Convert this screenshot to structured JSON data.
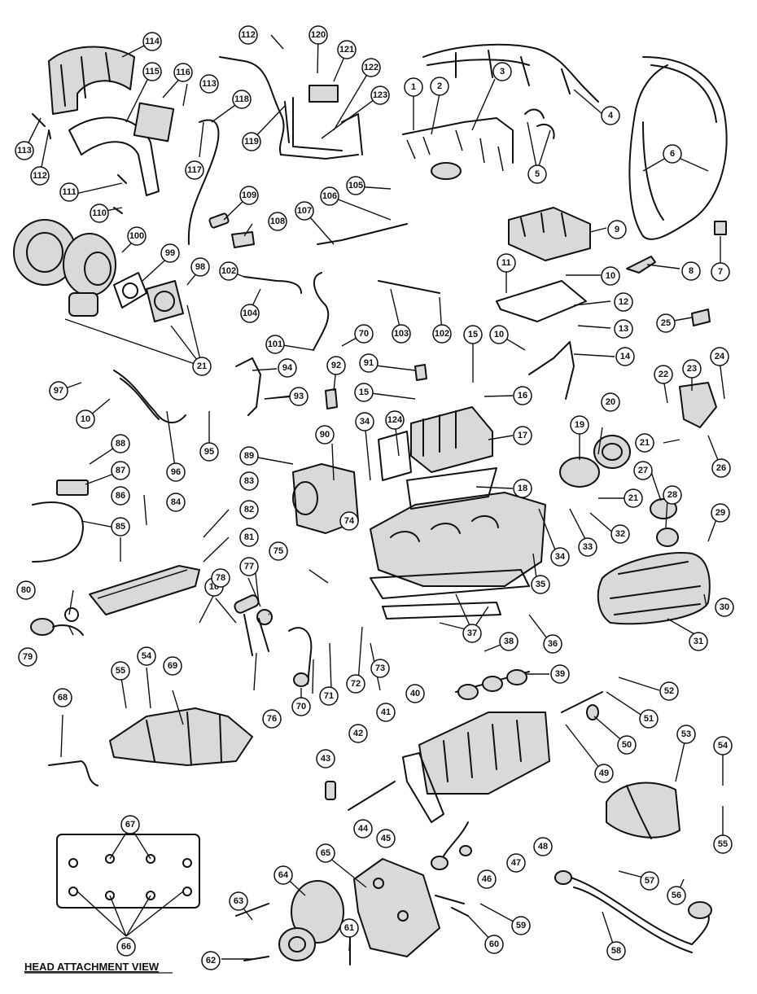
{
  "diagram": {
    "title": "Engine components exploded view",
    "view_label": "HEAD ATTACHMENT VIEW"
  },
  "callouts": [
    {
      "id": "c1",
      "label": "1"
    },
    {
      "id": "c2",
      "label": "2"
    },
    {
      "id": "c3",
      "label": "3"
    },
    {
      "id": "c4",
      "label": "4"
    },
    {
      "id": "c5",
      "label": "5"
    },
    {
      "id": "c6",
      "label": "6"
    },
    {
      "id": "c7",
      "label": "7"
    },
    {
      "id": "c8",
      "label": "8"
    },
    {
      "id": "c9",
      "label": "9"
    },
    {
      "id": "c10a",
      "label": "10"
    },
    {
      "id": "c10b",
      "label": "10"
    },
    {
      "id": "c10c",
      "label": "10"
    },
    {
      "id": "c10d",
      "label": "10"
    },
    {
      "id": "c11",
      "label": "11"
    },
    {
      "id": "c12",
      "label": "12"
    },
    {
      "id": "c13",
      "label": "13"
    },
    {
      "id": "c14",
      "label": "14"
    },
    {
      "id": "c15a",
      "label": "15"
    },
    {
      "id": "c15b",
      "label": "15"
    },
    {
      "id": "c16",
      "label": "16"
    },
    {
      "id": "c17",
      "label": "17"
    },
    {
      "id": "c18",
      "label": "18"
    },
    {
      "id": "c19",
      "label": "19"
    },
    {
      "id": "c20",
      "label": "20"
    },
    {
      "id": "c21a",
      "label": "21"
    },
    {
      "id": "c21b",
      "label": "21"
    },
    {
      "id": "c21c",
      "label": "21"
    },
    {
      "id": "c22",
      "label": "22"
    },
    {
      "id": "c23",
      "label": "23"
    },
    {
      "id": "c24",
      "label": "24"
    },
    {
      "id": "c25",
      "label": "25"
    },
    {
      "id": "c26",
      "label": "26"
    },
    {
      "id": "c27",
      "label": "27"
    },
    {
      "id": "c28",
      "label": "28"
    },
    {
      "id": "c29",
      "label": "29"
    },
    {
      "id": "c30",
      "label": "30"
    },
    {
      "id": "c31",
      "label": "31"
    },
    {
      "id": "c32",
      "label": "32"
    },
    {
      "id": "c33",
      "label": "33"
    },
    {
      "id": "c34a",
      "label": "34"
    },
    {
      "id": "c34b",
      "label": "34"
    },
    {
      "id": "c35",
      "label": "35"
    },
    {
      "id": "c36",
      "label": "36"
    },
    {
      "id": "c37",
      "label": "37"
    },
    {
      "id": "c38",
      "label": "38"
    },
    {
      "id": "c39",
      "label": "39"
    },
    {
      "id": "c40",
      "label": "40"
    },
    {
      "id": "c41",
      "label": "41"
    },
    {
      "id": "c42",
      "label": "42"
    },
    {
      "id": "c43",
      "label": "43"
    },
    {
      "id": "c44",
      "label": "44"
    },
    {
      "id": "c45",
      "label": "45"
    },
    {
      "id": "c46",
      "label": "46"
    },
    {
      "id": "c47",
      "label": "47"
    },
    {
      "id": "c48",
      "label": "48"
    },
    {
      "id": "c49",
      "label": "49"
    },
    {
      "id": "c50",
      "label": "50"
    },
    {
      "id": "c51",
      "label": "51"
    },
    {
      "id": "c52",
      "label": "52"
    },
    {
      "id": "c53",
      "label": "53"
    },
    {
      "id": "c54a",
      "label": "54"
    },
    {
      "id": "c54b",
      "label": "54"
    },
    {
      "id": "c55a",
      "label": "55"
    },
    {
      "id": "c55b",
      "label": "55"
    },
    {
      "id": "c56",
      "label": "56"
    },
    {
      "id": "c57",
      "label": "57"
    },
    {
      "id": "c58",
      "label": "58"
    },
    {
      "id": "c59",
      "label": "59"
    },
    {
      "id": "c60",
      "label": "60"
    },
    {
      "id": "c61",
      "label": "61"
    },
    {
      "id": "c62",
      "label": "62"
    },
    {
      "id": "c63",
      "label": "63"
    },
    {
      "id": "c64",
      "label": "64"
    },
    {
      "id": "c65",
      "label": "65"
    },
    {
      "id": "c66",
      "label": "66"
    },
    {
      "id": "c67",
      "label": "67"
    },
    {
      "id": "c68",
      "label": "68"
    },
    {
      "id": "c69",
      "label": "69"
    },
    {
      "id": "c70a",
      "label": "70"
    },
    {
      "id": "c70b",
      "label": "70"
    },
    {
      "id": "c71",
      "label": "71"
    },
    {
      "id": "c72",
      "label": "72"
    },
    {
      "id": "c73",
      "label": "73"
    },
    {
      "id": "c74",
      "label": "74"
    },
    {
      "id": "c75",
      "label": "75"
    },
    {
      "id": "c76",
      "label": "76"
    },
    {
      "id": "c77",
      "label": "77"
    },
    {
      "id": "c78",
      "label": "78"
    },
    {
      "id": "c79",
      "label": "79"
    },
    {
      "id": "c80",
      "label": "80"
    },
    {
      "id": "c81",
      "label": "81"
    },
    {
      "id": "c82",
      "label": "82"
    },
    {
      "id": "c83",
      "label": "83"
    },
    {
      "id": "c84",
      "label": "84"
    },
    {
      "id": "c85",
      "label": "85"
    },
    {
      "id": "c86",
      "label": "86"
    },
    {
      "id": "c87",
      "label": "87"
    },
    {
      "id": "c88",
      "label": "88"
    },
    {
      "id": "c89",
      "label": "89"
    },
    {
      "id": "c90",
      "label": "90"
    },
    {
      "id": "c91",
      "label": "91"
    },
    {
      "id": "c92",
      "label": "92"
    },
    {
      "id": "c93",
      "label": "93"
    },
    {
      "id": "c94",
      "label": "94"
    },
    {
      "id": "c95",
      "label": "95"
    },
    {
      "id": "c96",
      "label": "96"
    },
    {
      "id": "c97",
      "label": "97"
    },
    {
      "id": "c98",
      "label": "98"
    },
    {
      "id": "c99",
      "label": "99"
    },
    {
      "id": "c100",
      "label": "100"
    },
    {
      "id": "c101",
      "label": "101"
    },
    {
      "id": "c102a",
      "label": "102"
    },
    {
      "id": "c102b",
      "label": "102"
    },
    {
      "id": "c103",
      "label": "103"
    },
    {
      "id": "c104",
      "label": "104"
    },
    {
      "id": "c105",
      "label": "105"
    },
    {
      "id": "c106",
      "label": "106"
    },
    {
      "id": "c107",
      "label": "107"
    },
    {
      "id": "c108",
      "label": "108"
    },
    {
      "id": "c109",
      "label": "109"
    },
    {
      "id": "c110",
      "label": "110"
    },
    {
      "id": "c111",
      "label": "111"
    },
    {
      "id": "c112a",
      "label": "112"
    },
    {
      "id": "c112b",
      "label": "112"
    },
    {
      "id": "c113a",
      "label": "113"
    },
    {
      "id": "c113b",
      "label": "113"
    },
    {
      "id": "c114",
      "label": "114"
    },
    {
      "id": "c115",
      "label": "115"
    },
    {
      "id": "c116",
      "label": "116"
    },
    {
      "id": "c117",
      "label": "117"
    },
    {
      "id": "c118",
      "label": "118"
    },
    {
      "id": "c119",
      "label": "119"
    },
    {
      "id": "c120",
      "label": "120"
    },
    {
      "id": "c121",
      "label": "121"
    },
    {
      "id": "c122",
      "label": "122"
    },
    {
      "id": "c123",
      "label": "123"
    },
    {
      "id": "c124",
      "label": "124"
    }
  ]
}
